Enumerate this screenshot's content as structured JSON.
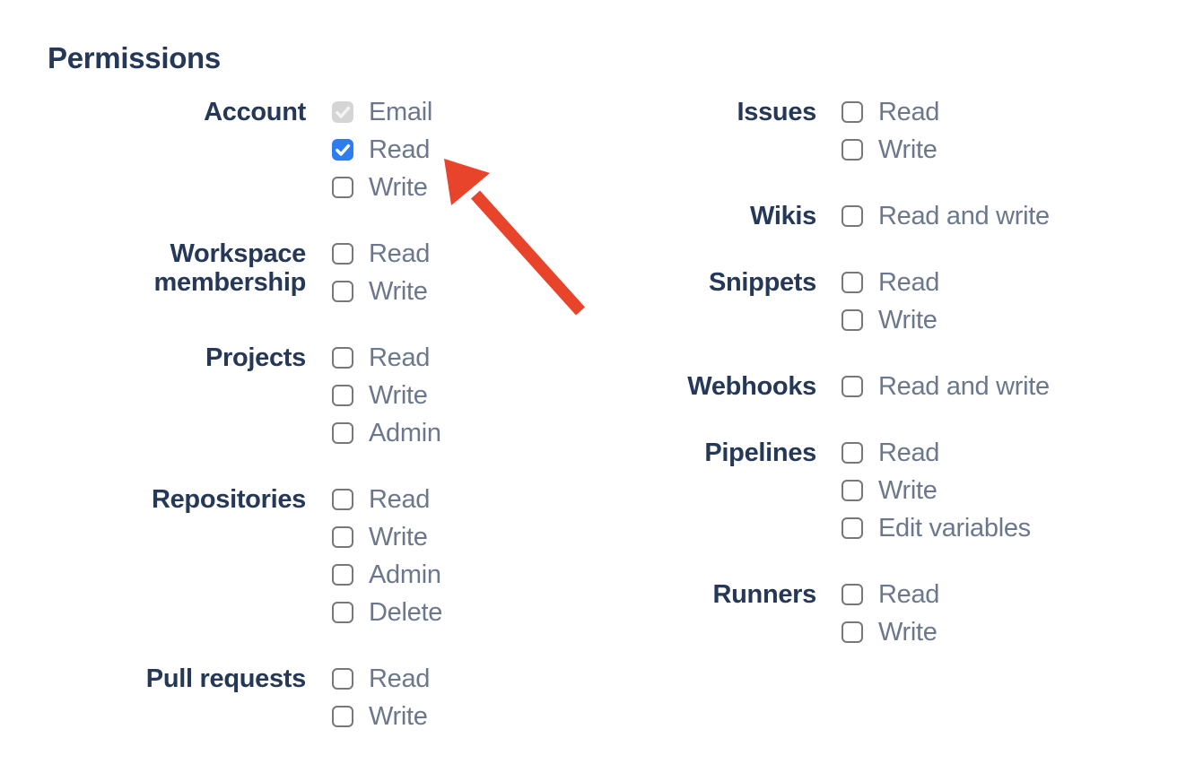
{
  "heading": "Permissions",
  "permissions": {
    "columns": {
      "left": [
        {
          "label": "Account",
          "options": [
            {
              "label": "Email",
              "state": "checked-disabled"
            },
            {
              "label": "Read",
              "state": "checked"
            },
            {
              "label": "Write",
              "state": "unchecked"
            }
          ]
        },
        {
          "label": "Workspace membership",
          "options": [
            {
              "label": "Read",
              "state": "unchecked"
            },
            {
              "label": "Write",
              "state": "unchecked"
            }
          ]
        },
        {
          "label": "Projects",
          "options": [
            {
              "label": "Read",
              "state": "unchecked"
            },
            {
              "label": "Write",
              "state": "unchecked"
            },
            {
              "label": "Admin",
              "state": "unchecked"
            }
          ]
        },
        {
          "label": "Repositories",
          "options": [
            {
              "label": "Read",
              "state": "unchecked"
            },
            {
              "label": "Write",
              "state": "unchecked"
            },
            {
              "label": "Admin",
              "state": "unchecked"
            },
            {
              "label": "Delete",
              "state": "unchecked"
            }
          ]
        },
        {
          "label": "Pull requests",
          "options": [
            {
              "label": "Read",
              "state": "unchecked"
            },
            {
              "label": "Write",
              "state": "unchecked"
            }
          ]
        }
      ],
      "right": [
        {
          "label": "Issues",
          "options": [
            {
              "label": "Read",
              "state": "unchecked"
            },
            {
              "label": "Write",
              "state": "unchecked"
            }
          ]
        },
        {
          "label": "Wikis",
          "options": [
            {
              "label": "Read and write",
              "state": "unchecked"
            }
          ]
        },
        {
          "label": "Snippets",
          "options": [
            {
              "label": "Read",
              "state": "unchecked"
            },
            {
              "label": "Write",
              "state": "unchecked"
            }
          ]
        },
        {
          "label": "Webhooks",
          "options": [
            {
              "label": "Read and write",
              "state": "unchecked"
            }
          ]
        },
        {
          "label": "Pipelines",
          "options": [
            {
              "label": "Read",
              "state": "unchecked"
            },
            {
              "label": "Write",
              "state": "unchecked"
            },
            {
              "label": "Edit variables",
              "state": "unchecked"
            }
          ]
        },
        {
          "label": "Runners",
          "options": [
            {
              "label": "Read",
              "state": "unchecked"
            },
            {
              "label": "Write",
              "state": "unchecked"
            }
          ]
        }
      ]
    }
  },
  "annotation": {
    "shape": "arrow",
    "points_to": "Account Read checkbox",
    "color": "#e8432b"
  },
  "colors": {
    "heading_navy": "#253858",
    "option_label_gray": "#6b778c",
    "checkbox_checked_blue": "#2e7cf2",
    "checkbox_disabled_gray": "#d5d5d6",
    "checkbox_border_gray": "#777777",
    "arrow_red": "#e8432b"
  }
}
